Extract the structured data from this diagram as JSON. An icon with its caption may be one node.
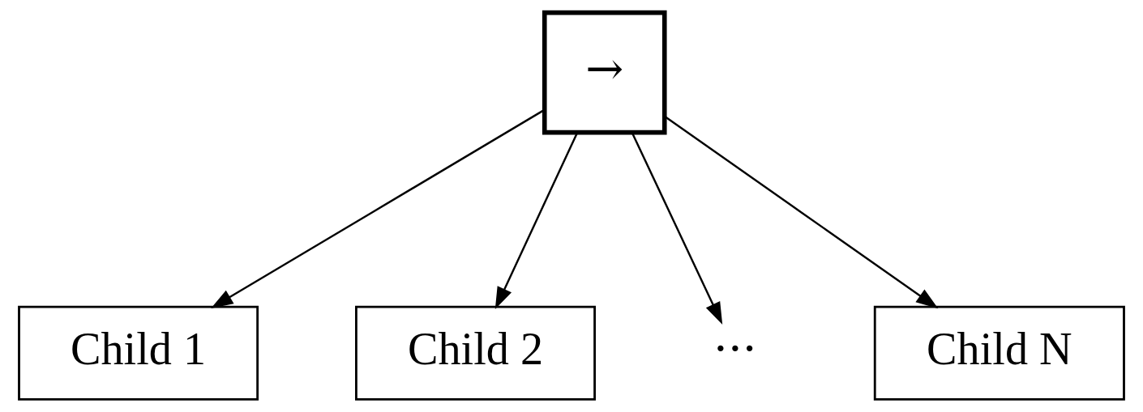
{
  "diagram": {
    "nodes": [
      {
        "text": [
          "→"
        ]
      },
      {
        "text": [
          "Child 1"
        ]
      },
      {
        "text": [
          "Child 2"
        ]
      },
      {
        "text": [
          "···"
        ]
      },
      {
        "text": [
          "Child N"
        ]
      }
    ],
    "edges": [
      {
        "from": 0,
        "to": 1,
        "arrow": "to"
      },
      {
        "from": 0,
        "to": 2,
        "arrow": "to"
      },
      {
        "from": 0,
        "to": 3,
        "arrow": "to"
      },
      {
        "from": 0,
        "to": 4,
        "arrow": "to"
      }
    ]
  }
}
